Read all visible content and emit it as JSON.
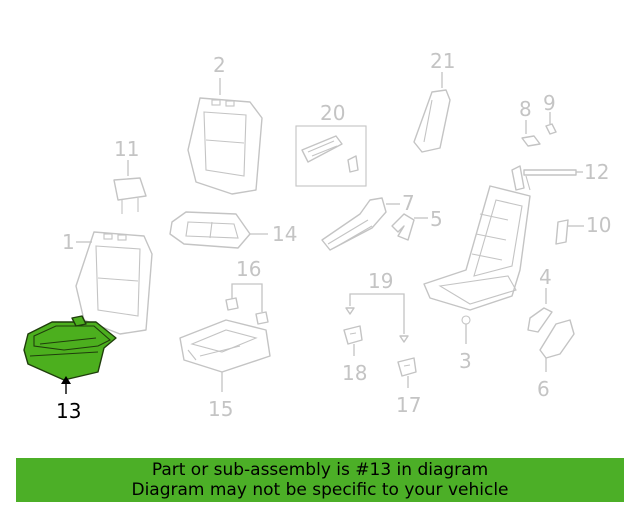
{
  "diagram": {
    "highlight_color": "#4caf1e",
    "part_color": "#c4c4c4",
    "labels": {
      "p1": "1",
      "p2": "2",
      "p3": "3",
      "p4": "4",
      "p5": "5",
      "p6": "6",
      "p7": "7",
      "p8": "8",
      "p9": "9",
      "p10": "10",
      "p11": "11",
      "p12": "12",
      "p13": "13",
      "p14": "14",
      "p15": "15",
      "p16": "16",
      "p17": "17",
      "p18": "18",
      "p19": "19",
      "p20": "20",
      "p21": "21"
    }
  },
  "banner": {
    "background": "#4caf27",
    "line1": "Part or sub-assembly is #13 in diagram",
    "line2": "Diagram may not be specific to your vehicle"
  }
}
